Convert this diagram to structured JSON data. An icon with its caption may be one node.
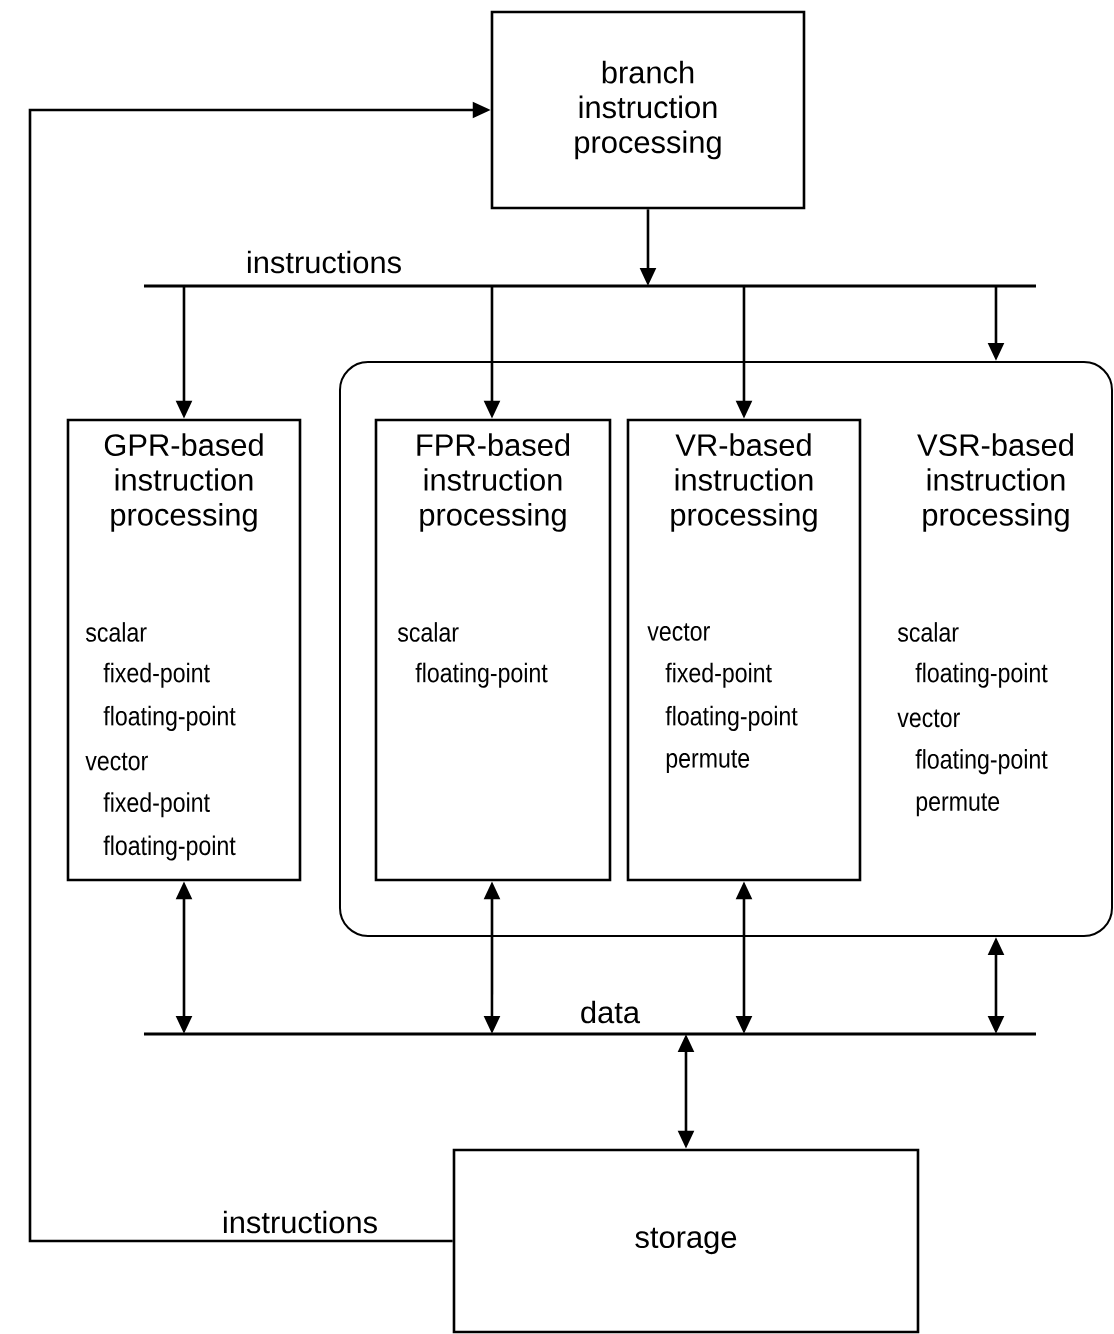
{
  "diagram": {
    "nodes": [
      {
        "text": [
          "branch instruction processing"
        ]
      },
      {
        "text": [
          "instructions"
        ]
      },
      {
        "text": [
          "GPR-based instruction processing",
          "scalar",
          "fixed-point",
          "floating-point",
          "vector",
          "fixed-point",
          "floating-point"
        ]
      },
      {
        "text": [
          "VSR-based instruction processing",
          "scalar",
          "floating-point",
          "vector",
          "floating-point",
          "permute"
        ]
      },
      {
        "text": [
          "FPR-based instruction processing",
          "scalar",
          "floating-point"
        ],
        "in": 3
      },
      {
        "text": [
          "VR-based instruction processing",
          "vector",
          "fixed-point",
          "floating-point",
          "permute"
        ],
        "in": 3
      },
      {
        "text": [
          "data"
        ]
      },
      {
        "text": [
          "storage"
        ]
      }
    ],
    "edges": [
      {
        "from": 0,
        "to": 1,
        "arrow": "to"
      },
      {
        "from": 1,
        "to": 2,
        "arrow": "to"
      },
      {
        "from": 1,
        "to": 4,
        "arrow": "to"
      },
      {
        "from": 1,
        "to": 5,
        "arrow": "to"
      },
      {
        "from": 1,
        "to": 3,
        "arrow": "to"
      },
      {
        "from": 2,
        "to": 6,
        "arrow": "both"
      },
      {
        "from": 4,
        "to": 6,
        "arrow": "both"
      },
      {
        "from": 5,
        "to": 6,
        "arrow": "both"
      },
      {
        "from": 3,
        "to": 6,
        "arrow": "both"
      },
      {
        "from": 6,
        "to": 7,
        "arrow": "both"
      },
      {
        "from": 7,
        "to": 0,
        "arrow": "to",
        "label": "instructions"
      }
    ]
  }
}
